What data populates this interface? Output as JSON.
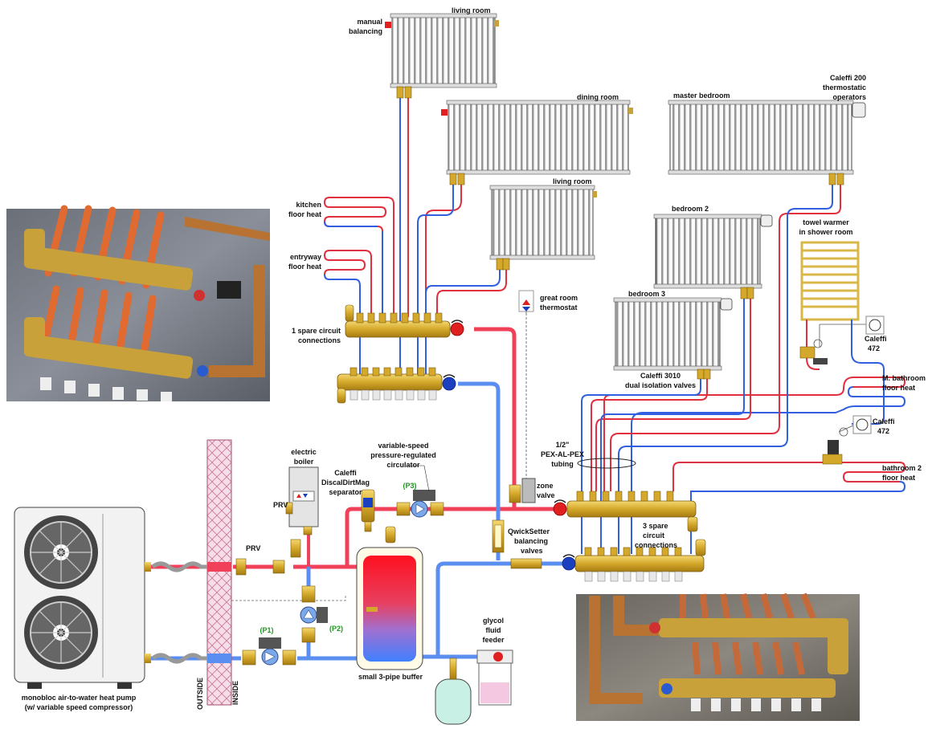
{
  "labels": {
    "living_room_1": "living room",
    "manual_balancing": [
      "manual",
      "balancing"
    ],
    "dining_room": "dining room",
    "living_room_2": "living room",
    "master_bedroom": "master bedroom",
    "caleffi_200": [
      "Caleffi 200",
      "thermostatic",
      "operators"
    ],
    "bedroom_2": "bedroom 2",
    "towel_warmer": [
      "towel warmer",
      "in shower room"
    ],
    "bedroom_3": "bedroom 3",
    "caleffi_472_a": [
      "Caleffi",
      "472"
    ],
    "caleffi_3010": [
      "Caleffi 3010",
      "dual isolation valves"
    ],
    "m_bathroom": [
      "M. bathroom",
      "floor heat"
    ],
    "kitchen": [
      "kitchen",
      "floor heat"
    ],
    "entryway": [
      "entryway",
      "floor heat"
    ],
    "spare_1": [
      "1 spare  circuit",
      "connections"
    ],
    "great_room": [
      "great room",
      "thermostat"
    ],
    "caleffi_472_b": [
      "Caleffi",
      "472"
    ],
    "tubing": [
      "1/2\"",
      "PEX-AL-PEX",
      "tubing"
    ],
    "bathroom_2": [
      "bathroom 2",
      "floor heat"
    ],
    "electric_boiler": [
      "electric",
      "boiler"
    ],
    "circulator": [
      "variable-speed",
      "pressure-regulated",
      "circulator"
    ],
    "dirtmag": [
      "Caleffi",
      "DiscalDirtMag",
      "separator"
    ],
    "p3": "(P3)",
    "zone_valve": [
      "zone",
      "valve"
    ],
    "prv_1": "PRV",
    "prv_2": "PRV",
    "quicksetter": [
      "QwickSetter",
      "balancing",
      "valves"
    ],
    "spare_3": [
      "3 spare",
      "circuit",
      "connections"
    ],
    "p1": "(P1)",
    "p2": "(P2)",
    "buffer": "small 3-pipe buffer",
    "glycol": [
      "glycol",
      "fluid",
      "feeder"
    ],
    "heat_pump": [
      "monobloc air-to-water heat pump",
      "(w/ variable speed compressor)"
    ],
    "outside": "OUTSIDE",
    "inside": "INSIDE"
  },
  "colors": {
    "supply": "#f0405a",
    "return": "#5a8ef0",
    "brass": "#d8b034",
    "radiator": "#f2f2f2"
  },
  "photos": {
    "top_left": "photo-manifold-1",
    "bottom_right": "photo-manifold-2"
  }
}
